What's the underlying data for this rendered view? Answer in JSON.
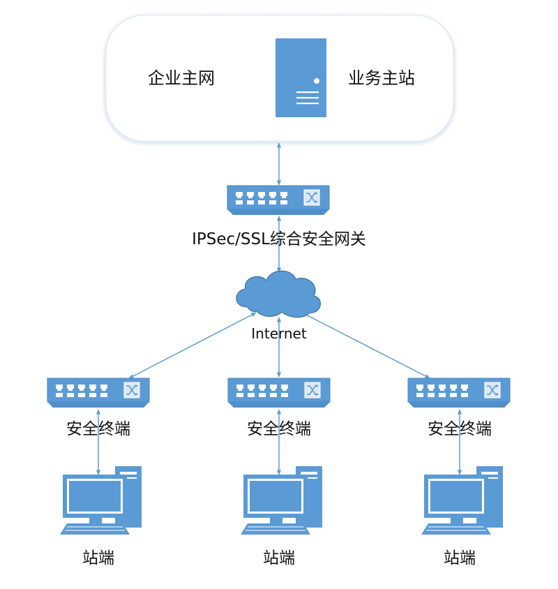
{
  "network": {
    "hq_label": "企业主网",
    "server_label": "业务主站",
    "gateway_label": "IPSec/SSL综合安全网关",
    "cloud_label": "Internet",
    "terminal_label": "安全终端",
    "station_label": "站端"
  },
  "colors": {
    "device_blue": "#5b9bd5",
    "device_dark": "#41719c",
    "cloud_border": "#d9e4f1",
    "arrow": "#5b9bd5"
  },
  "icons": {
    "server": "server-icon",
    "switch": "switch-icon",
    "cloud": "cloud-icon",
    "pc": "desktop-computer-icon"
  }
}
